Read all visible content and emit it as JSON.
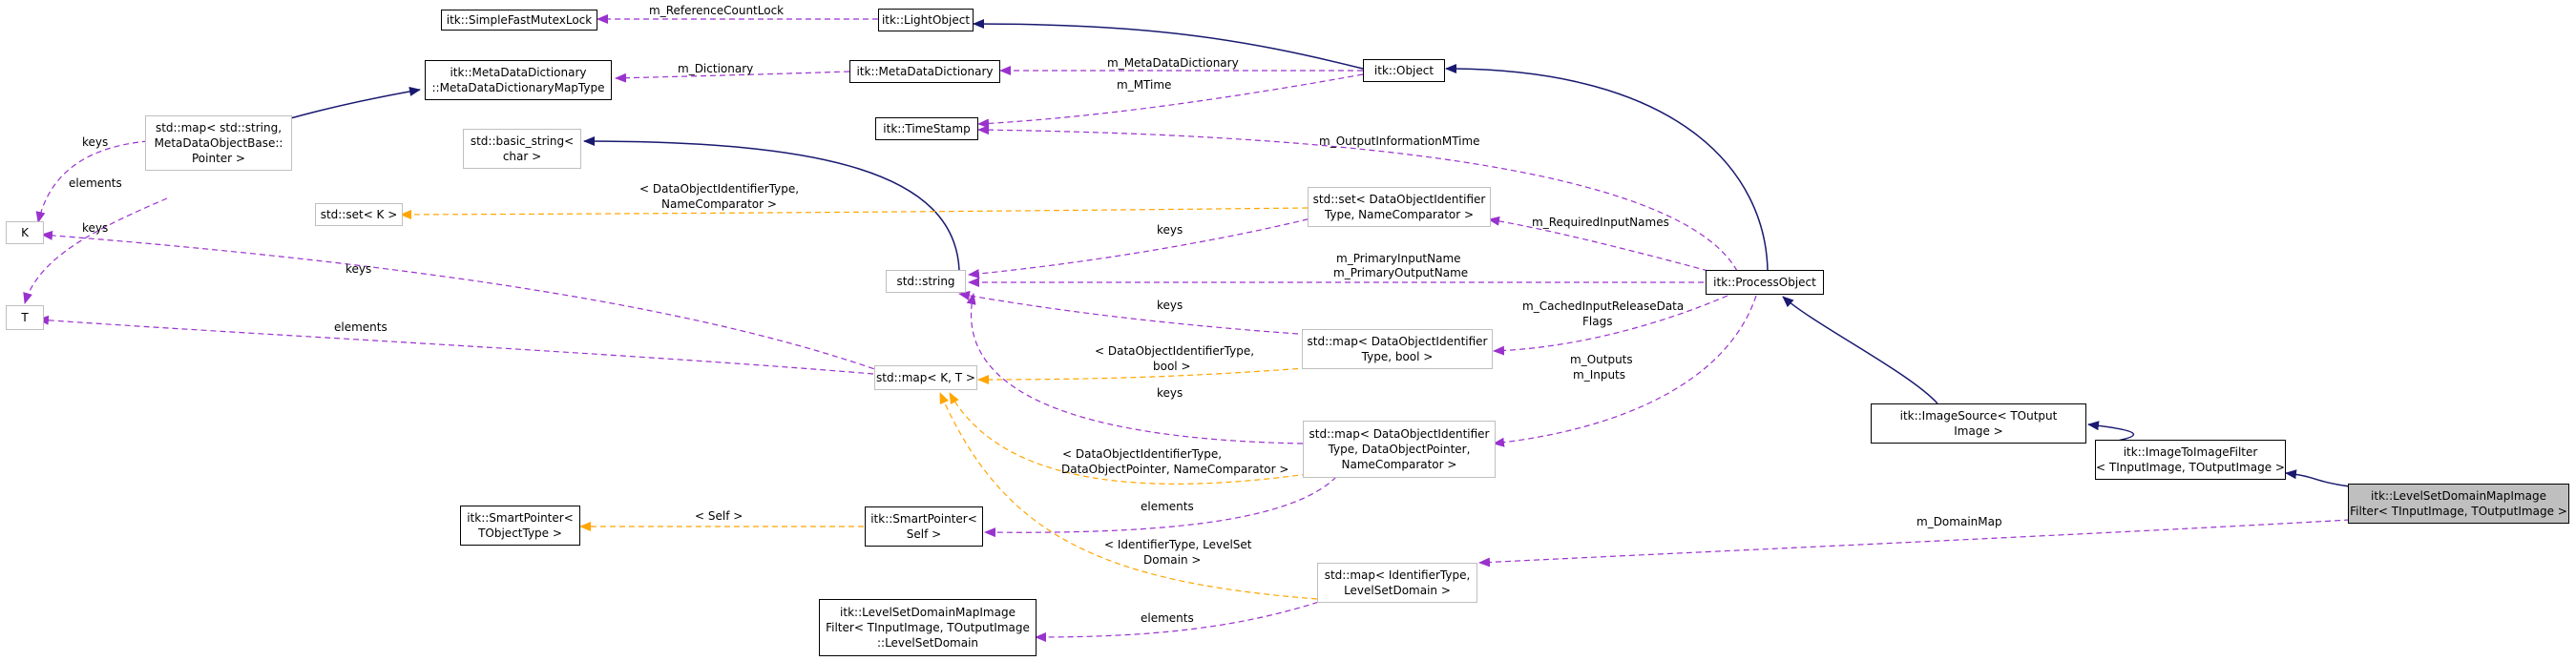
{
  "nodes": [
    {
      "id": "simplefastmutexlock",
      "lines": [
        "itk::SimpleFastMutexLock"
      ],
      "style": "solid"
    },
    {
      "id": "lightobject",
      "lines": [
        "itk::LightObject"
      ],
      "style": "solid"
    },
    {
      "id": "metadatadictionarymaptype",
      "lines": [
        "itk::MetaDataDictionary",
        "::MetaDataDictionaryMapType"
      ],
      "style": "solid"
    },
    {
      "id": "metadatadictionary",
      "lines": [
        "itk::MetaDataDictionary"
      ],
      "style": "solid"
    },
    {
      "id": "object",
      "lines": [
        "itk::Object"
      ],
      "style": "solid"
    },
    {
      "id": "timestamp",
      "lines": [
        "itk::TimeStamp"
      ],
      "style": "solid"
    },
    {
      "id": "stdmap-metadata",
      "lines": [
        "std::map< std::string,",
        "MetaDataObjectBase::",
        "Pointer >"
      ],
      "style": "gray"
    },
    {
      "id": "basicstring",
      "lines": [
        "std::basic_string<",
        "char >"
      ],
      "style": "gray"
    },
    {
      "id": "k",
      "lines": [
        "K"
      ],
      "style": "gray"
    },
    {
      "id": "stdset-k",
      "lines": [
        "std::set< K >"
      ],
      "style": "gray"
    },
    {
      "id": "stdset-dataobject",
      "lines": [
        "std::set< DataObjectIdentifier",
        "Type, NameComparator >"
      ],
      "style": "gray"
    },
    {
      "id": "t",
      "lines": [
        "T"
      ],
      "style": "gray"
    },
    {
      "id": "stdstring",
      "lines": [
        "std::string"
      ],
      "style": "gray"
    },
    {
      "id": "processobject",
      "lines": [
        "itk::ProcessObject"
      ],
      "style": "solid"
    },
    {
      "id": "stdmap-bool",
      "lines": [
        "std::map< DataObjectIdentifier",
        "Type, bool >"
      ],
      "style": "gray"
    },
    {
      "id": "stdmap-kt",
      "lines": [
        "std::map< K, T >"
      ],
      "style": "gray"
    },
    {
      "id": "imagesource",
      "lines": [
        "itk::ImageSource< TOutput",
        "Image >"
      ],
      "style": "solid"
    },
    {
      "id": "stdmap-dataobjectpointer",
      "lines": [
        "std::map< DataObjectIdentifier",
        "Type, DataObjectPointer,",
        "NameComparator >"
      ],
      "style": "gray"
    },
    {
      "id": "imagetoimagefilter",
      "lines": [
        "itk::ImageToImageFilter",
        "< TInputImage, TOutputImage >"
      ],
      "style": "solid"
    },
    {
      "id": "levelsetdomainmapimagefilter",
      "lines": [
        "itk::LevelSetDomainMapImage",
        "Filter< TInputImage, TOutputImage >"
      ],
      "style": "current"
    },
    {
      "id": "smartpointer-tobject",
      "lines": [
        "itk::SmartPointer<",
        "TObjectType >"
      ],
      "style": "solid"
    },
    {
      "id": "smartpointer-self",
      "lines": [
        "itk::SmartPointer<",
        "Self >"
      ],
      "style": "solid"
    },
    {
      "id": "stdmap-levelsetdomain",
      "lines": [
        "std::map< IdentifierType,",
        "LevelSetDomain >"
      ],
      "style": "gray"
    },
    {
      "id": "levelsetdomain",
      "lines": [
        "itk::LevelSetDomainMapImage",
        "Filter< TInputImage, TOutputImage",
        "::LevelSetDomain"
      ],
      "style": "solid"
    }
  ],
  "edge_labels": {
    "m_referencecountlock": "m_ReferenceCountLock",
    "m_dictionary": "m_Dictionary",
    "m_metadatadictionary": "m_MetaDataDictionary",
    "m_mtime": "m_MTime",
    "m_outputinformationmtime": "m_OutputInformationMTime",
    "keys_a": "keys",
    "elements_a": "elements",
    "keys_b": "keys",
    "dataobject_namecomparator": [
      "< DataObjectIdentifierType,",
      "NameComparator >"
    ],
    "m_requiredinputnames": "m_RequiredInputNames",
    "keys_c": "keys",
    "keys_d": "keys",
    "m_primaryinputname": [
      "m_PrimaryInputName",
      "m_PrimaryOutputName"
    ],
    "elements_b": "elements",
    "keys_e": "keys",
    "m_cachedinputreleasedataflags": [
      "m_CachedInputReleaseData",
      "Flags"
    ],
    "dataobject_bool": [
      "< DataObjectIdentifierType,",
      "bool >"
    ],
    "keys_f": "keys",
    "m_outputs": [
      "m_Outputs",
      "m_Inputs"
    ],
    "dataobject_pointer": [
      "< DataObjectIdentifierType,",
      "DataObjectPointer, NameComparator >"
    ],
    "m_domainmap": "m_DomainMap",
    "self": "< Self >",
    "elements_c": "elements",
    "identifiertype_levelset": [
      "< IdentifierType, LevelSet",
      "Domain >"
    ],
    "elements_d": "elements"
  },
  "colors": {
    "inheritance": "#191970",
    "usage": "#9a32cd",
    "template": "#ffa500",
    "gray_border": "#bfbfbf",
    "current_fill": "#bfbfbf"
  }
}
